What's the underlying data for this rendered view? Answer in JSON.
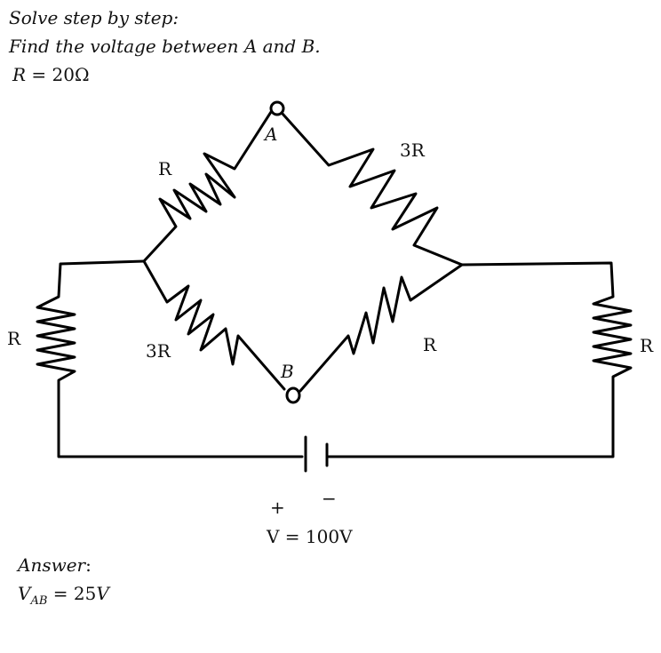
{
  "question": {
    "line1": "Solve step by step:",
    "line2": "Find the voltage between A and B.",
    "line3_symbol": "R",
    "line3_rest": " = 20Ω"
  },
  "circuit": {
    "node_a": "A",
    "node_b": "B",
    "r_top_left": "R",
    "r_top_right": "3R",
    "r_bottom_left": "3R",
    "r_bottom_right": "R",
    "r_outer_left": "R",
    "r_outer_right": "R",
    "battery_plus": "+",
    "battery_minus": "−",
    "source_label": "V = 100V"
  },
  "answer": {
    "label": "Answer",
    "colon": ":",
    "v_symbol": "V",
    "v_subscript": "AB",
    "v_value": " = 25",
    "v_unit": "V"
  }
}
